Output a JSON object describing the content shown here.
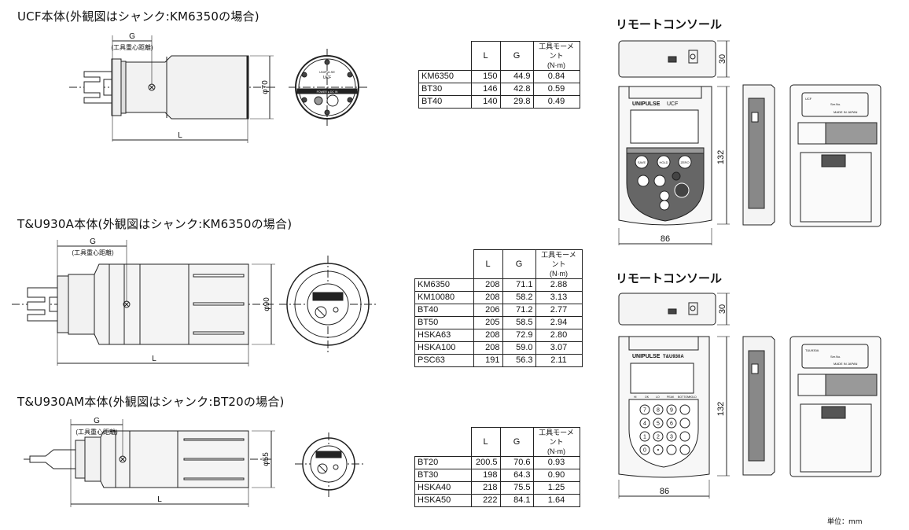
{
  "sections": [
    {
      "title": "UCF本体(外観図はシャンク:KM6350の場合)",
      "dim_g": "G",
      "g_note": "(工具重心距離)",
      "dim_l": "L",
      "diameter": "φ70",
      "face_brand": "UNIPULSE",
      "face_model": "UCF",
      "face_label": "POWER ● DC IN"
    },
    {
      "title": "T&U930A本体(外観図はシャンク:KM6350の場合)",
      "dim_g": "G",
      "g_note": "(工具重心距離)",
      "dim_l": "L",
      "diameter": "φ90"
    },
    {
      "title": "T&U930AM本体(外観図はシャンク:BT20の場合)",
      "dim_g": "G",
      "g_note": "(工具重心距離)",
      "dim_l": "L",
      "diameter": "φ55"
    }
  ],
  "table_headers": {
    "l": "L",
    "g": "G",
    "moment_line1": "工具モーメント",
    "moment_line2": "(N·m)"
  },
  "tables": [
    {
      "rows": [
        [
          "KM6350",
          "150",
          "44.9",
          "0.84"
        ],
        [
          "BT30",
          "146",
          "42.8",
          "0.59"
        ],
        [
          "BT40",
          "140",
          "29.8",
          "0.49"
        ]
      ]
    },
    {
      "rows": [
        [
          "KM6350",
          "208",
          "71.1",
          "2.88"
        ],
        [
          "KM10080",
          "208",
          "58.2",
          "3.13"
        ],
        [
          "BT40",
          "206",
          "71.2",
          "2.77"
        ],
        [
          "BT50",
          "205",
          "58.5",
          "2.94"
        ],
        [
          "HSKA63",
          "208",
          "72.9",
          "2.80"
        ],
        [
          "HSKA100",
          "208",
          "59.0",
          "3.07"
        ],
        [
          "PSC63",
          "191",
          "56.3",
          "2.11"
        ]
      ]
    },
    {
      "rows": [
        [
          "BT20",
          "200.5",
          "70.6",
          "0.93"
        ],
        [
          "BT30",
          "198",
          "64.3",
          "0.90"
        ],
        [
          "HSKA40",
          "218",
          "75.5",
          "1.25"
        ],
        [
          "HSKA50",
          "222",
          "84.1",
          "1.64"
        ]
      ]
    }
  ],
  "remote": [
    {
      "title": "リモートコンソール",
      "depth": "30",
      "height": "132",
      "width": "86",
      "brand": "UNIPULSE",
      "model": "UCF",
      "buttons": [
        "SAVE",
        "HOLD",
        "ZERO"
      ],
      "back_model": "UCF",
      "back_made": "MADE IN JAPAN",
      "back_serial": "Ser.No."
    },
    {
      "title": "リモートコンソール",
      "depth": "30",
      "height": "132",
      "width": "86",
      "brand": "UNIPULSE",
      "model": "T&U930A",
      "indicators": [
        "HI",
        "OK",
        "LO",
        "PEAK",
        "BOTTOM",
        "HOLD"
      ],
      "keys": [
        "7",
        "8",
        "9",
        "4",
        "5",
        "6",
        "1",
        "2",
        "3",
        "0",
        "•"
      ],
      "back_model": "T&U930A",
      "back_made": "MADE IN JAPAN",
      "back_serial": "Ser.No."
    }
  ],
  "unit_note": "単位：mm"
}
